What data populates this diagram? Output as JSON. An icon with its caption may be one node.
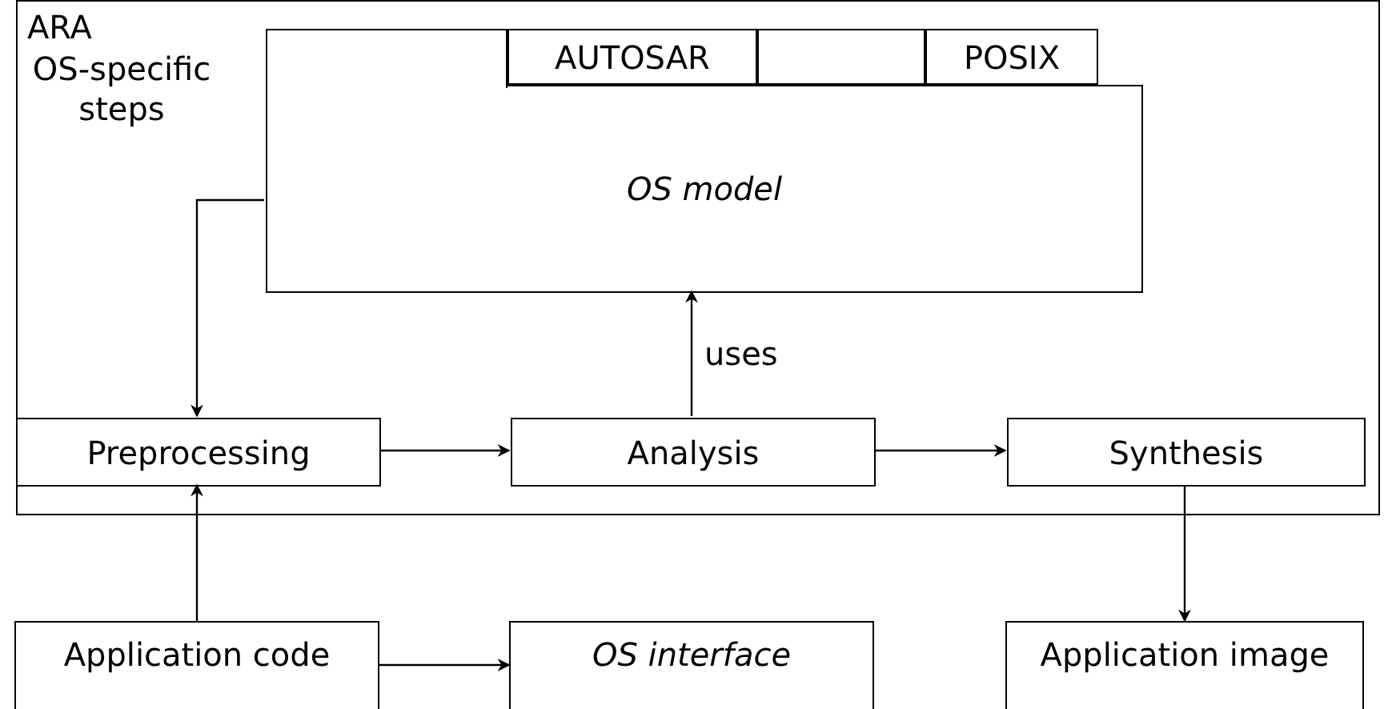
{
  "diagram": {
    "nodes": [
      {
        "text": [
          "ARA",
          "OS-specific steps"
        ]
      },
      {
        "text": [],
        "shape": "box",
        "in": 0
      },
      {
        "text": [
          "AUTOSAR"
        ],
        "in": 0
      },
      {
        "text": [],
        "shape": "box",
        "in": 0
      },
      {
        "text": [
          "POSIX"
        ],
        "in": 0
      },
      {
        "text": [
          "OS model"
        ],
        "in": 0
      },
      {
        "text": [
          "Preprocessing"
        ],
        "in": 0
      },
      {
        "text": [
          "Analysis"
        ],
        "in": 0
      },
      {
        "text": [
          "Synthesis"
        ],
        "in": 0
      },
      {
        "text": [
          "Application code"
        ]
      },
      {
        "text": [
          "OS interface"
        ]
      },
      {
        "text": [
          "Application image"
        ]
      }
    ],
    "edges": [
      {
        "from": 5,
        "to": 6,
        "arrow": "to"
      },
      {
        "from": 6,
        "to": 7,
        "arrow": "to"
      },
      {
        "from": 7,
        "to": 8,
        "arrow": "to"
      },
      {
        "from": 7,
        "to": 5,
        "arrow": "to",
        "label": "uses"
      },
      {
        "from": 9,
        "to": 6,
        "arrow": "to"
      },
      {
        "from": 9,
        "to": 10,
        "arrow": "to"
      },
      {
        "from": 8,
        "to": 11,
        "arrow": "to"
      }
    ]
  }
}
